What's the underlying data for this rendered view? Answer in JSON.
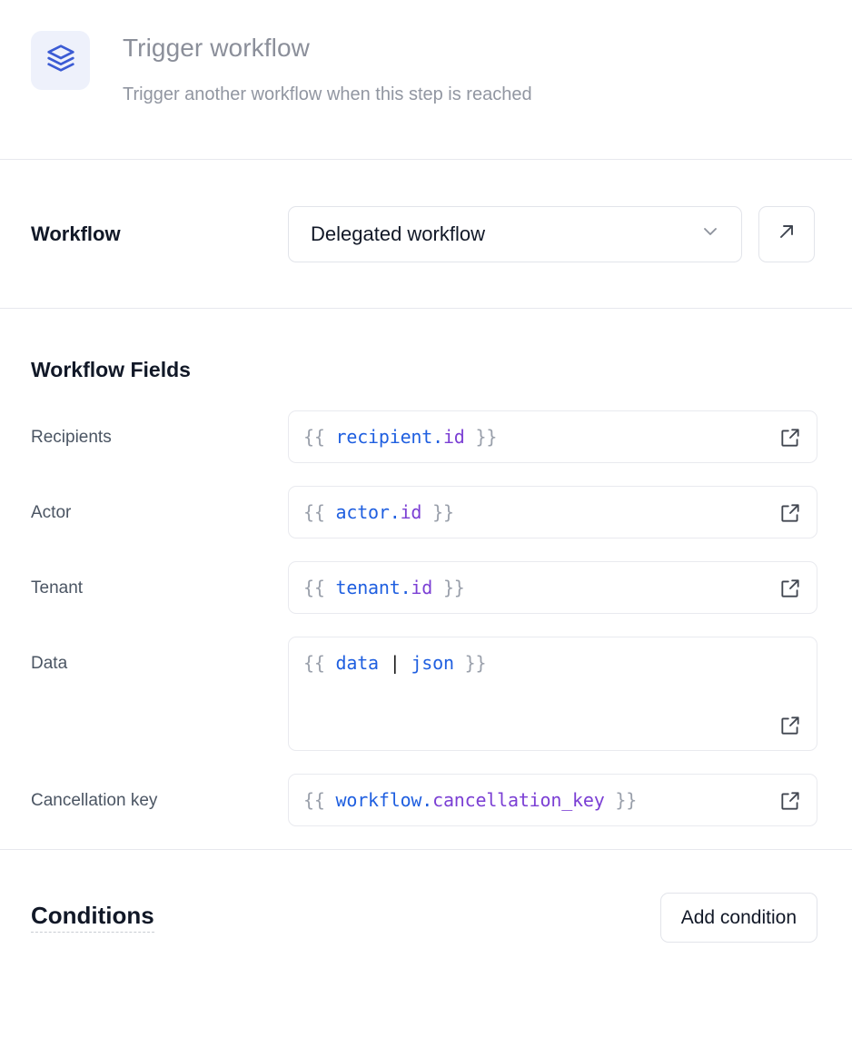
{
  "header": {
    "icon": "layers-icon",
    "title": "Trigger workflow",
    "subtitle": "Trigger another workflow when this step is reached",
    "icon_color": "#3b5bd4",
    "icon_bg": "#eef1fb"
  },
  "workflow_section": {
    "label": "Workflow",
    "select": {
      "value": "Delegated workflow",
      "chevron": "chevron-down-icon"
    },
    "open_button_icon": "arrow-up-right-icon"
  },
  "fields_section": {
    "heading": "Workflow Fields",
    "expand_icon": "external-link-icon",
    "fields": [
      {
        "label": "Recipients",
        "value": "{{ recipient.id }}",
        "tokens": [
          {
            "text": "{{ ",
            "type": "brace"
          },
          {
            "text": "recipient.",
            "type": "blue"
          },
          {
            "text": "id",
            "type": "purple"
          },
          {
            "text": " }}",
            "type": "brace"
          }
        ],
        "multiline": false
      },
      {
        "label": "Actor",
        "value": "{{ actor.id }}",
        "tokens": [
          {
            "text": "{{ ",
            "type": "brace"
          },
          {
            "text": "actor.",
            "type": "blue"
          },
          {
            "text": "id",
            "type": "purple"
          },
          {
            "text": " }}",
            "type": "brace"
          }
        ],
        "multiline": false
      },
      {
        "label": "Tenant",
        "value": "{{ tenant.id }}",
        "tokens": [
          {
            "text": "{{ ",
            "type": "brace"
          },
          {
            "text": "tenant.",
            "type": "blue"
          },
          {
            "text": "id",
            "type": "purple"
          },
          {
            "text": " }}",
            "type": "brace"
          }
        ],
        "multiline": false
      },
      {
        "label": "Data",
        "value": "{{ data | json }}",
        "tokens": [
          {
            "text": "{{ ",
            "type": "brace"
          },
          {
            "text": "data",
            "type": "blue"
          },
          {
            "text": " | ",
            "type": "plain"
          },
          {
            "text": "json",
            "type": "blue"
          },
          {
            "text": " }}",
            "type": "brace"
          }
        ],
        "multiline": true
      },
      {
        "label": "Cancellation key",
        "value": "{{ workflow.cancellation_key }}",
        "tokens": [
          {
            "text": "{{ ",
            "type": "brace"
          },
          {
            "text": "workflow.",
            "type": "blue"
          },
          {
            "text": "cancellation_key",
            "type": "purple"
          },
          {
            "text": " }}",
            "type": "brace"
          }
        ],
        "multiline": false
      }
    ]
  },
  "conditions_section": {
    "title": "Conditions",
    "add_button_label": "Add condition"
  },
  "colors": {
    "accent_blue": "#3b5bd4",
    "code_blue": "#1f5fe0",
    "code_purple": "#7b3fd4",
    "border": "#e2e4ea",
    "divider": "#e7e8ee"
  }
}
